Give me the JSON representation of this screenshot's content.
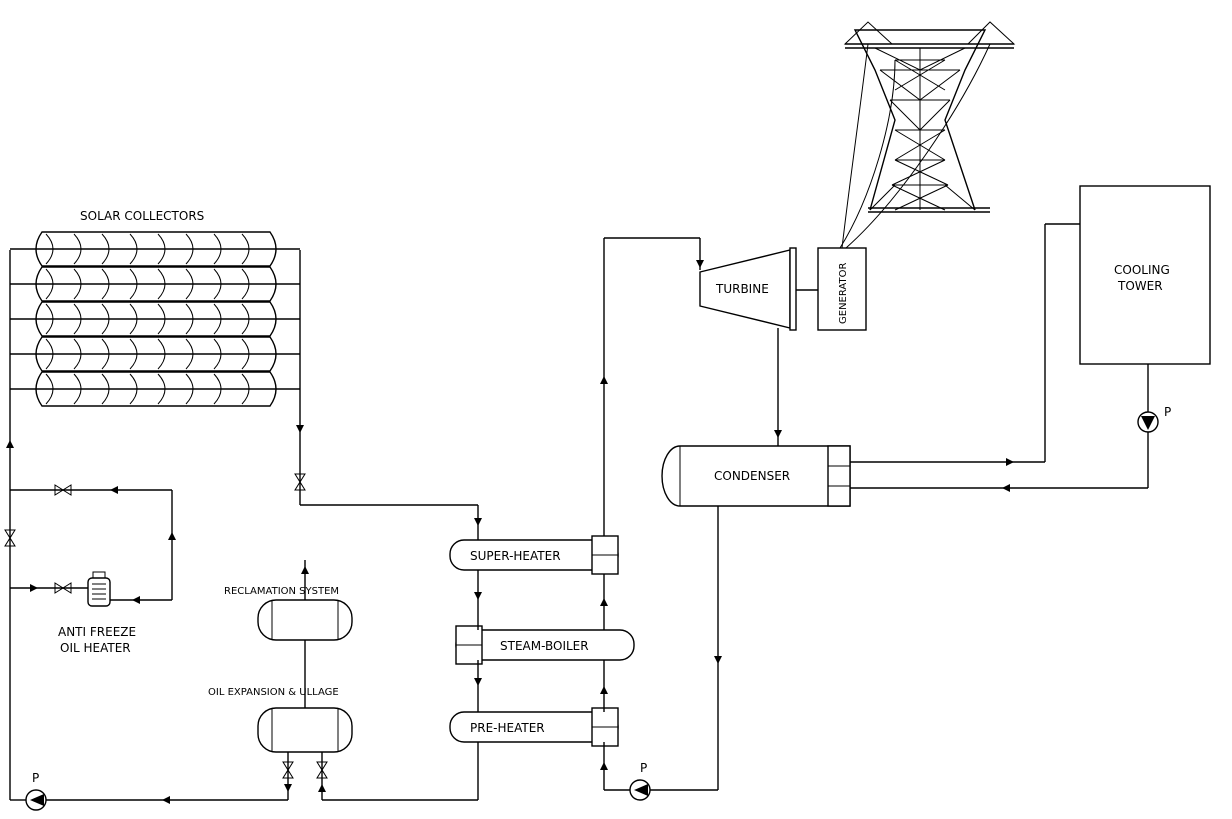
{
  "labels": {
    "solar_collectors": "SOLAR COLLECTORS",
    "turbine": "TURBINE",
    "generator": "GENERATOR",
    "cooling_tower_line1": "COOLING",
    "cooling_tower_line2": "TOWER",
    "condenser": "CONDENSER",
    "super_heater": "SUPER-HEATER",
    "steam_boiler": "STEAM-BOILER",
    "pre_heater": "PRE-HEATER",
    "reclamation_system": "RECLAMATION SYSTEM",
    "oil_expansion": "OIL EXPANSION & ULLAGE",
    "anti_freeze_line1": "ANTI FREEZE",
    "anti_freeze_line2": "OIL HEATER",
    "pump_main": "P",
    "pump_feed": "P",
    "pump_cooling": "P"
  },
  "icons": [
    "pump-icon",
    "valve-icon",
    "transmission-tower-icon",
    "heater-coil-icon",
    "flow-arrow-icon"
  ]
}
